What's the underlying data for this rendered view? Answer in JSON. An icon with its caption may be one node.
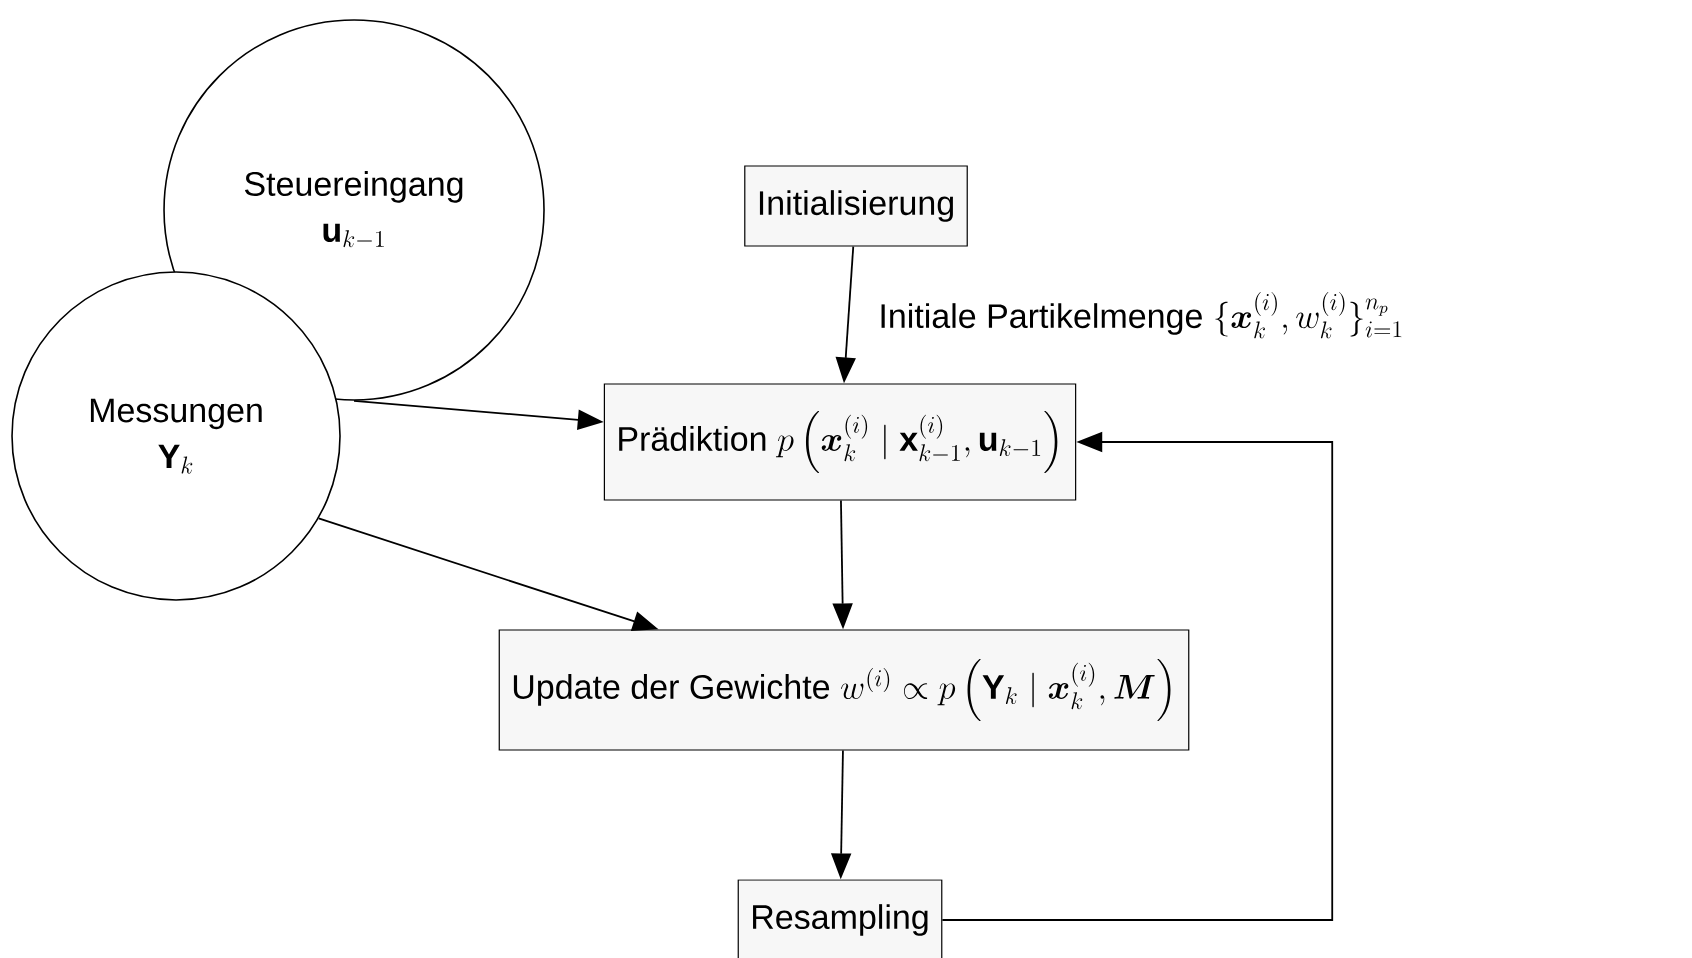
{
  "diagram": {
    "nodes": [
      {
        "text": [
          "Steuereingang",
          "\\mathbf{u}_{k-1}"
        ]
      },
      {
        "text": [
          "Messungen",
          "\\mathbf{Y}_k"
        ]
      },
      {
        "text": [
          "Initialisierung"
        ]
      },
      {
        "text": [
          "Prädiktion",
          "p\\left(\\boldsymbol{x}_k^{(i)} \\mid \\mathbf{x}_{k-1}^{(i)}, \\mathbf{u}_{k-1}\\right)"
        ]
      },
      {
        "text": [
          "Update der Gewichte",
          "w^{(i)} \\propto p\\left(\\mathbf{Y}_k \\mid \\boldsymbol{x}_k^{(i)}, \\boldsymbol{M}\\right)"
        ]
      },
      {
        "text": [
          "Resampling"
        ]
      }
    ],
    "edges": [
      {
        "from": 2,
        "to": 3,
        "arrow": "to",
        "label": "\\text{Initiale Partikelmenge}\\ \\{\\boldsymbol{x}_k^{(i)}, w_k^{(i)}\\}_{i=1}^{n_p}"
      },
      {
        "from": 0,
        "to": 3,
        "arrow": "to"
      },
      {
        "from": 1,
        "to": 4,
        "arrow": "to"
      },
      {
        "from": 3,
        "to": 4,
        "arrow": "to"
      },
      {
        "from": 4,
        "to": 5,
        "arrow": "to"
      },
      {
        "from": 5,
        "to": 3,
        "arrow": "to"
      }
    ]
  }
}
